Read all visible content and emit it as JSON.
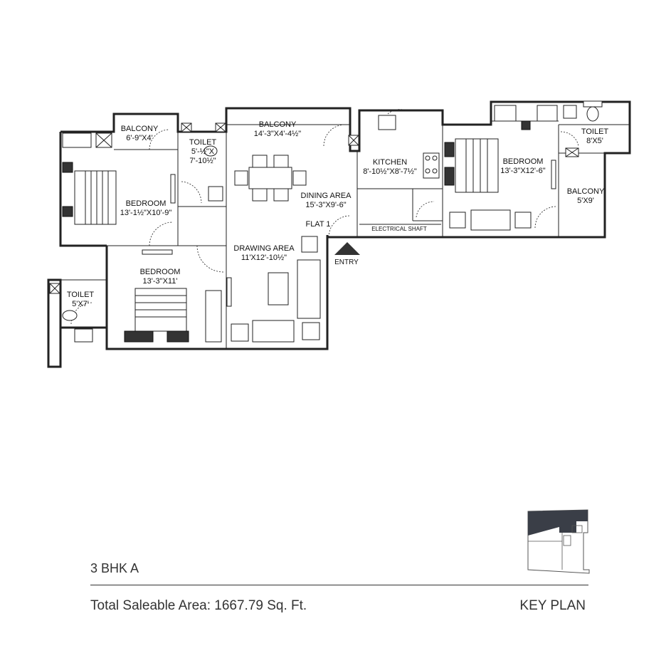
{
  "rooms": {
    "balcony_left": {
      "name": "BALCONY",
      "size": "6'-9\"X4'"
    },
    "toilet_mid": {
      "name": "TOILET",
      "size_line1": "5'-½\"X",
      "size_line2": "7'-10½\""
    },
    "balcony_mid": {
      "name": "BALCONY",
      "size": "14'-3\"X4'-4½\""
    },
    "kitchen": {
      "name": "KITCHEN",
      "size": "8'-10½\"X8'-7½\""
    },
    "bedroom_left": {
      "name": "BEDROOM",
      "size": "13'-1½\"X10'-9\""
    },
    "dining": {
      "name": "DINING AREA",
      "size": "15'-3\"X9'-6\""
    },
    "bedroom_right": {
      "name": "BEDROOM",
      "size": "13'-3\"X12'-6\""
    },
    "toilet_right": {
      "name": "TOILET",
      "size": "8'X5'"
    },
    "balcony_right": {
      "name": "BALCONY",
      "size": "5'X9'"
    },
    "flat": {
      "name": "FLAT 1"
    },
    "electrical": {
      "name": "ELECTRICAL SHAFT"
    },
    "entry": {
      "name": "ENTRY"
    },
    "drawing": {
      "name": "DRAWING AREA",
      "size": "11'X12'-10½\""
    },
    "bedroom_bottom": {
      "name": "BEDROOM",
      "size": "13'-3\"X11'"
    },
    "toilet_left": {
      "name": "TOILET",
      "size": "5'X7'"
    }
  },
  "footer": {
    "unit_type": "3 BHK A",
    "total_area": "Total Saleable Area: 1667.79 Sq. Ft.",
    "key_plan": "KEY PLAN"
  }
}
